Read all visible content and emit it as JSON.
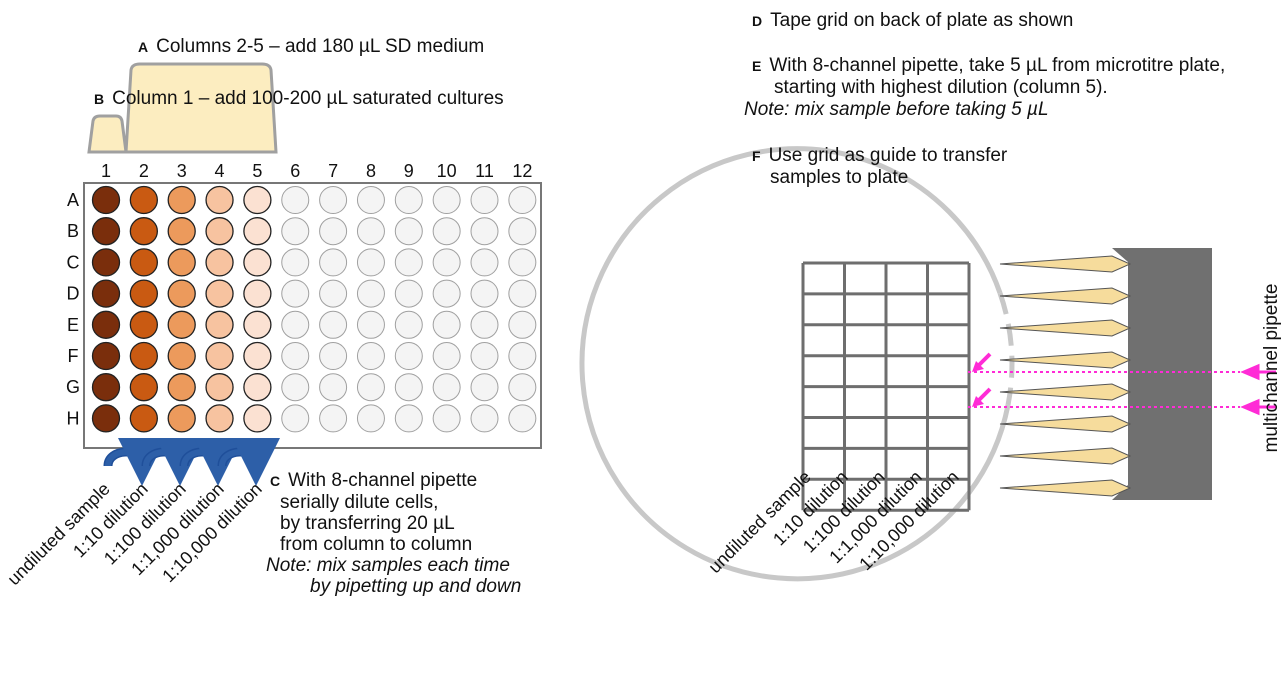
{
  "steps": {
    "A": {
      "letter": "A",
      "text": "Columns 2-5 – add 180 µL SD medium"
    },
    "B": {
      "letter": "B",
      "text": "Column 1 – add 100-200 µL saturated cultures"
    },
    "C": {
      "letter": "C",
      "lines": [
        "With 8-channel pipette",
        "serially dilute cells,",
        "by transferring 20 µL",
        "from column to column"
      ],
      "note_lines": [
        "Note: mix samples each time",
        "by pipetting up and down"
      ]
    },
    "D": {
      "letter": "D",
      "text": "Tape grid on back of plate as shown"
    },
    "E": {
      "letter": "E",
      "lines": [
        "With 8-channel pipette, take 5 µL from microtitre plate,",
        "starting with highest dilution (column 5)."
      ],
      "note": "Note: mix sample before taking 5 µL"
    },
    "F": {
      "letter": "F",
      "lines": [
        "Use grid as guide to transfer",
        "samples to plate"
      ]
    }
  },
  "plate": {
    "columns": [
      "1",
      "2",
      "3",
      "4",
      "5",
      "6",
      "7",
      "8",
      "9",
      "10",
      "11",
      "12"
    ],
    "rows": [
      "A",
      "B",
      "C",
      "D",
      "E",
      "F",
      "G",
      "H"
    ],
    "column_colors": [
      "#7a2e0c",
      "#c95a12",
      "#ec9a5c",
      "#f7c3a0",
      "#fbe1d2",
      "#f4f4f4",
      "#f4f4f4",
      "#f4f4f4",
      "#f4f4f4",
      "#f4f4f4",
      "#f4f4f4",
      "#f4f4f4"
    ],
    "well_outline": "#a0a0a0",
    "tray_color": "#fcedc0"
  },
  "dilution_labels": [
    "undiluted sample",
    "1:10 dilution",
    "1:100 dilution",
    "1:1,000 dilution",
    "1:10,000 dilution"
  ],
  "pipette_label": "multichannel pipette",
  "colors": {
    "arrow_blue": "#2d5fa8",
    "magenta": "#ff2bd6",
    "grid": "#6e6e6e",
    "circle": "#c8c8c8",
    "pipette_body": "#707070",
    "tip": "#f6dc9c"
  }
}
